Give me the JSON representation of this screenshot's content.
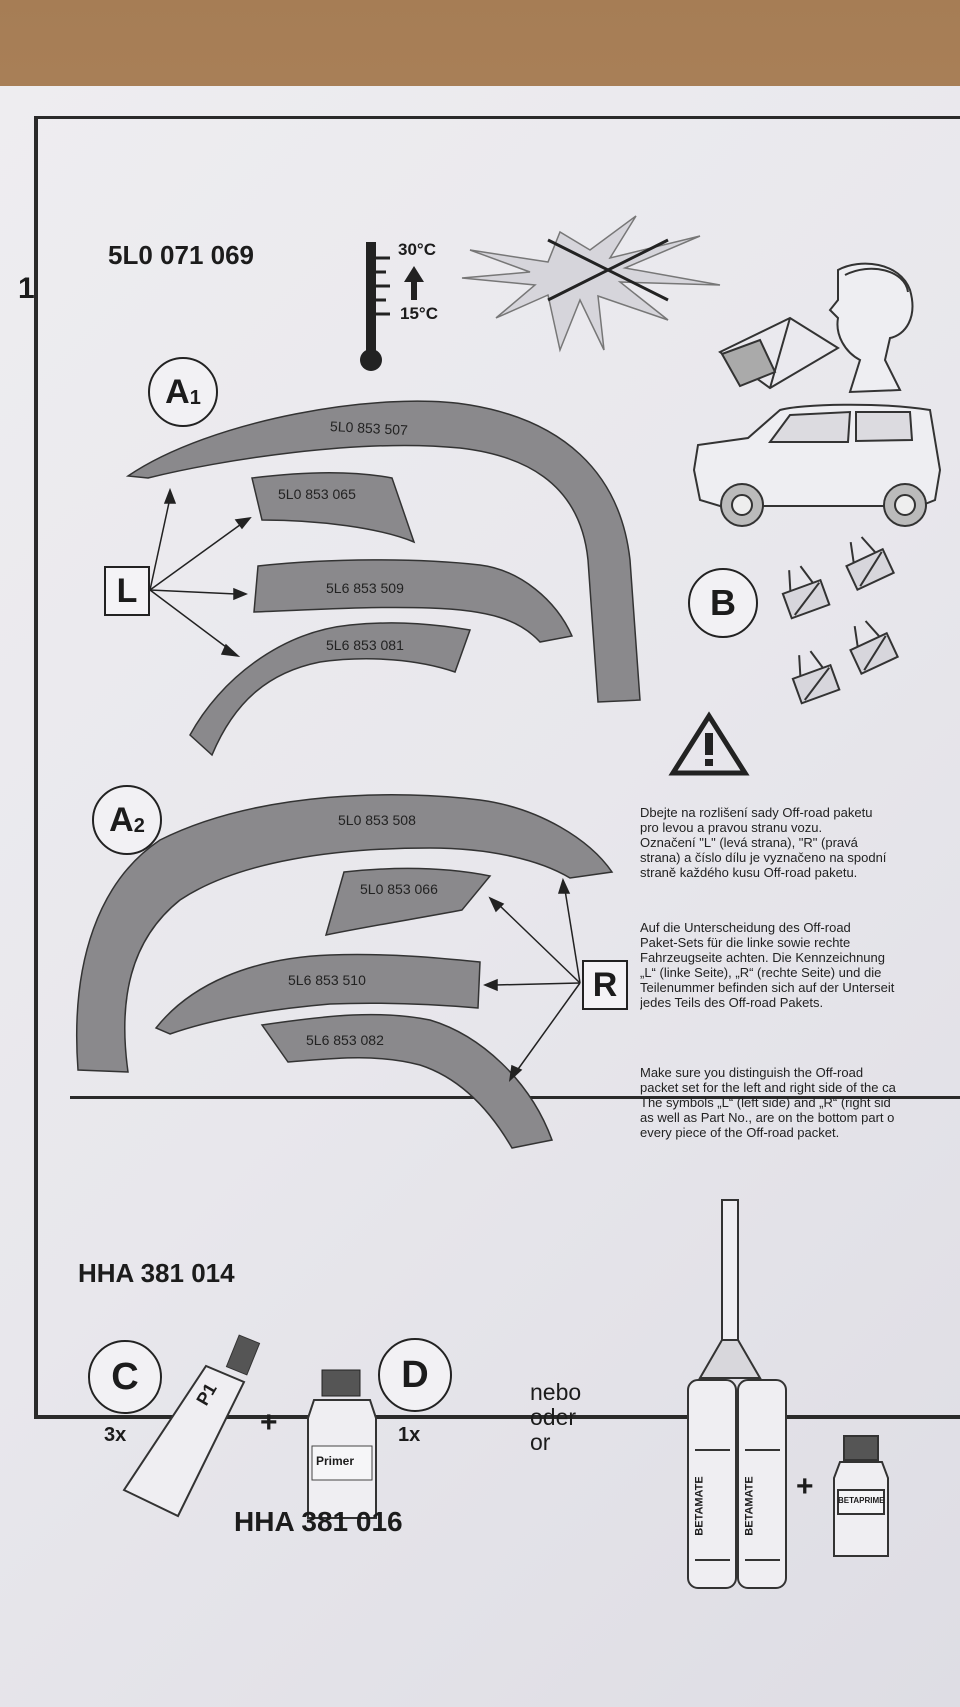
{
  "page_number": "1",
  "header": {
    "kit_part": "5L0 071 069",
    "temp_max": "30°C",
    "temp_min": "15°C"
  },
  "labels": {
    "a1": "A",
    "a1_sub": "1",
    "a2": "A",
    "a2_sub": "2",
    "b": "B",
    "c": "C",
    "d": "D",
    "left": "L",
    "right": "R"
  },
  "parts_a1": [
    "5L0 853 507",
    "5L0 853 065",
    "5L6 853 509",
    "5L6 853 081"
  ],
  "parts_a2": [
    "5L0 853 508",
    "5L0 853 066",
    "5L6 853 510",
    "5L6 853 082"
  ],
  "notice": {
    "cz": [
      "Dbejte na rozlišení sady Off-road paketu",
      "pro levou a pravou stranu vozu.",
      "Označení  \"L\" (levá strana), \"R\" (pravá",
      "strana) a číslo dílu je vyznačeno na spodní",
      "straně každého kusu Off-road paketu."
    ],
    "de": [
      "Auf die Unterscheidung des Off-road",
      "Paket-Sets für die linke sowie rechte",
      "Fahrzeugseite achten. Die Kennzeichnung",
      "„L“ (linke Seite), „R“ (rechte Seite) und die",
      "Teilenummer befinden sich auf der Unterseit",
      "jedes Teils des Off-road Pakets."
    ],
    "en": [
      "Make sure you distinguish the Off-road",
      "packet set for the left and right side of the ca",
      "The symbols „L“ (left side) and „R“ (right sid",
      "as well as Part No., are on the bottom part o",
      "every piece of the Off-road packet."
    ]
  },
  "bottom": {
    "kit_part": "HHA 381 014",
    "c_qty": "3x",
    "d_qty": "1x",
    "plus": "+",
    "primer_part": "HHA 381 016",
    "tube_label": "P1",
    "bottle_label": "Primer",
    "alt_words": [
      "nebo",
      "oder",
      "or"
    ],
    "cartridge_label": "BETAMATE",
    "alt_bottle_label": "BETAPRIME",
    "plus2": "+"
  },
  "colors": {
    "part_fill": "#8a898c",
    "ink": "#222222",
    "paper": "#eceaf0",
    "desk": "#b08860"
  }
}
